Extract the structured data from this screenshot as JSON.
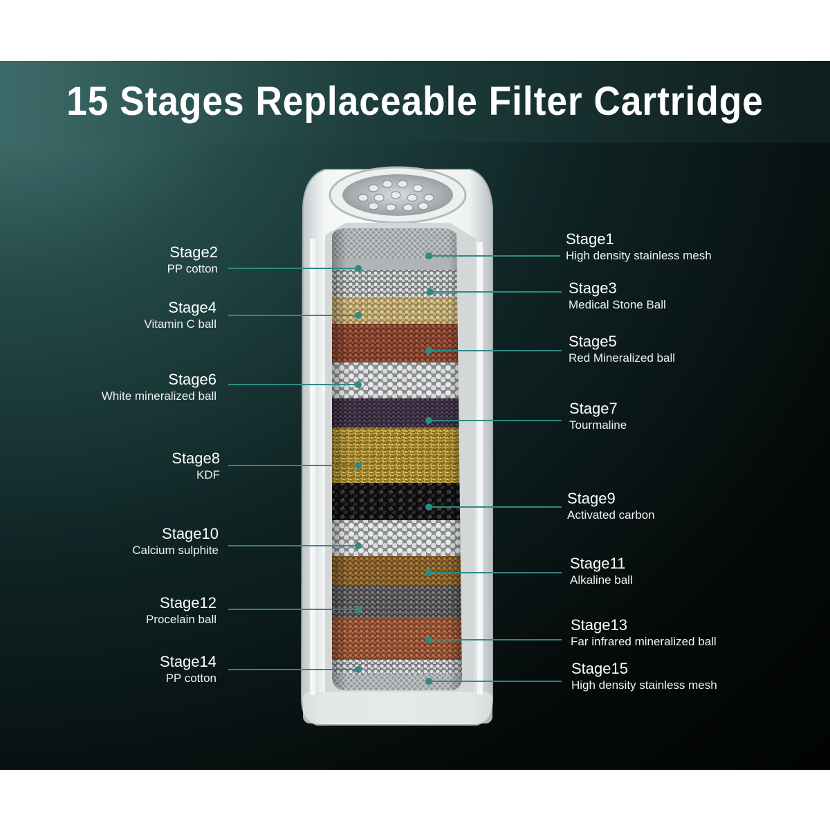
{
  "title": "15 Stages Replaceable Filter Cartridge",
  "colors": {
    "line": "#2f8a84",
    "dot": "#2f8a84",
    "text": "#ffffff"
  },
  "stages": [
    {
      "stage": "Stage1",
      "name": "High density stainless mesh",
      "side": "right"
    },
    {
      "stage": "Stage2",
      "name": "PP cotton",
      "side": "left"
    },
    {
      "stage": "Stage3",
      "name": "Medical Stone Ball",
      "side": "right"
    },
    {
      "stage": "Stage4",
      "name": "Vitamin C ball",
      "side": "left"
    },
    {
      "stage": "Stage5",
      "name": "Red Mineralized ball",
      "side": "right"
    },
    {
      "stage": "Stage6",
      "name": "White mineralized ball",
      "side": "left"
    },
    {
      "stage": "Stage7",
      "name": "Tourmaline",
      "side": "right"
    },
    {
      "stage": "Stage8",
      "name": "KDF",
      "side": "left"
    },
    {
      "stage": "Stage9",
      "name": "Activated carbon",
      "side": "right"
    },
    {
      "stage": "Stage10",
      "name": "Calcium sulphite",
      "side": "left"
    },
    {
      "stage": "Stage11",
      "name": "Alkaline ball",
      "side": "right"
    },
    {
      "stage": "Stage12",
      "name": "Procelain ball",
      "side": "left"
    },
    {
      "stage": "Stage13",
      "name": "Far infrared mineralized ball",
      "side": "right"
    },
    {
      "stage": "Stage14",
      "name": "PP cotton",
      "side": "left"
    },
    {
      "stage": "Stage15",
      "name": "High density stainless mesh",
      "side": "right"
    }
  ]
}
